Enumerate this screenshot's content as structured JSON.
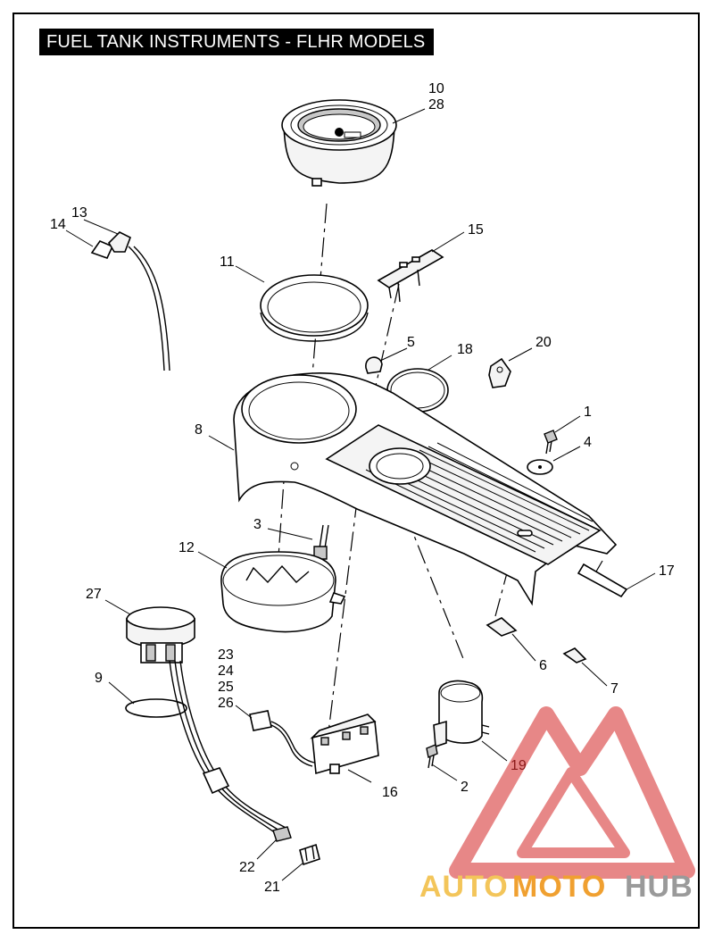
{
  "title": "FUEL TANK INSTRUMENTS - FLHR MODELS",
  "watermark": {
    "text_part1": "AUTO",
    "text_part2": "MOTO",
    "text_part3": "HUB",
    "color_part1": "#f3c55a",
    "color_part2": "#f0a030",
    "color_part3": "#9a9a9a",
    "logo_color": "#e06060"
  },
  "callouts": {
    "c1": "1",
    "c2": "2",
    "c3": "3",
    "c4": "4",
    "c5": "5",
    "c6": "6",
    "c7": "7",
    "c8": "8",
    "c9": "9",
    "c10": "10",
    "c11": "11",
    "c12": "12",
    "c13": "13",
    "c14": "14",
    "c15": "15",
    "c16": "16",
    "c17": "17",
    "c18": "18",
    "c19": "19",
    "c20": "20",
    "c21": "21",
    "c22": "22",
    "c23": "23",
    "c24": "24",
    "c25": "25",
    "c26": "26",
    "c27": "27",
    "c28": "28"
  }
}
